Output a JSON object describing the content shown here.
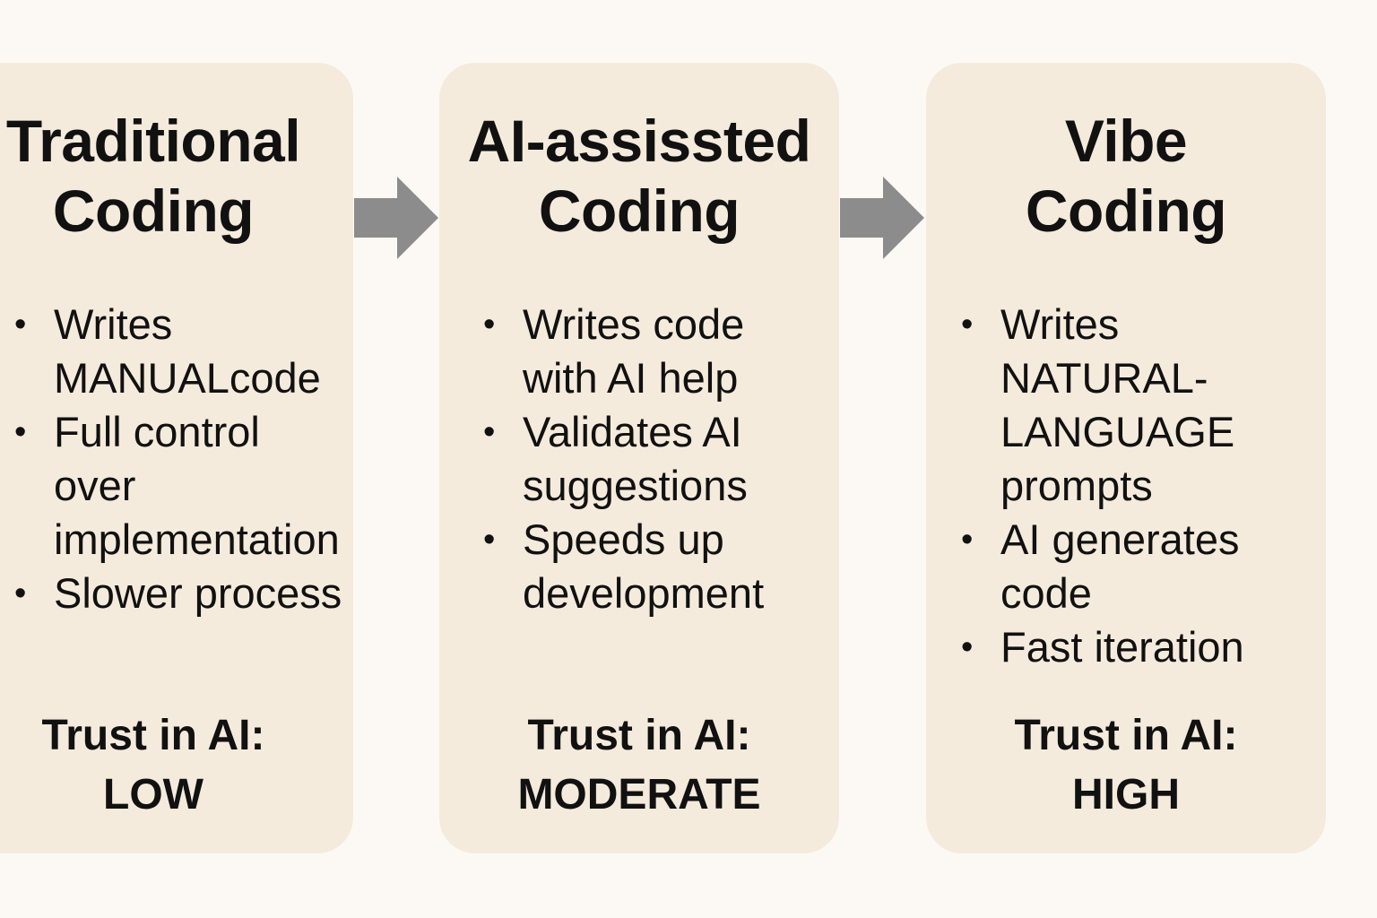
{
  "colors": {
    "background": "#fcf9f5",
    "card": "#f5ebdc",
    "arrow": "#8c8c8c",
    "text": "#111111"
  },
  "stages": [
    {
      "title_line1": "Traditional",
      "title_line2": "Coding",
      "bullets": [
        "Writes MANUALcode",
        "Full control over implementation",
        "Slower process"
      ],
      "trust_label": "Trust in AI:",
      "trust_value": "LOW"
    },
    {
      "title_line1": "AI-assissted",
      "title_line2": "Coding",
      "bullets": [
        "Writes code with AI help",
        "Validates AI suggestions",
        "Speeds up development"
      ],
      "trust_label": "Trust in AI:",
      "trust_value": "MODERATE"
    },
    {
      "title_line1": "Vibe",
      "title_line2": "Coding",
      "bullets": [
        "Writes NATURAL-LANGUAGE prompts",
        "AI generates code",
        "Fast iteration"
      ],
      "trust_label": "Trust in AI:",
      "trust_value": "HIGH"
    }
  ],
  "arrows": [
    {
      "icon": "right-arrow-icon"
    },
    {
      "icon": "right-arrow-icon"
    }
  ]
}
